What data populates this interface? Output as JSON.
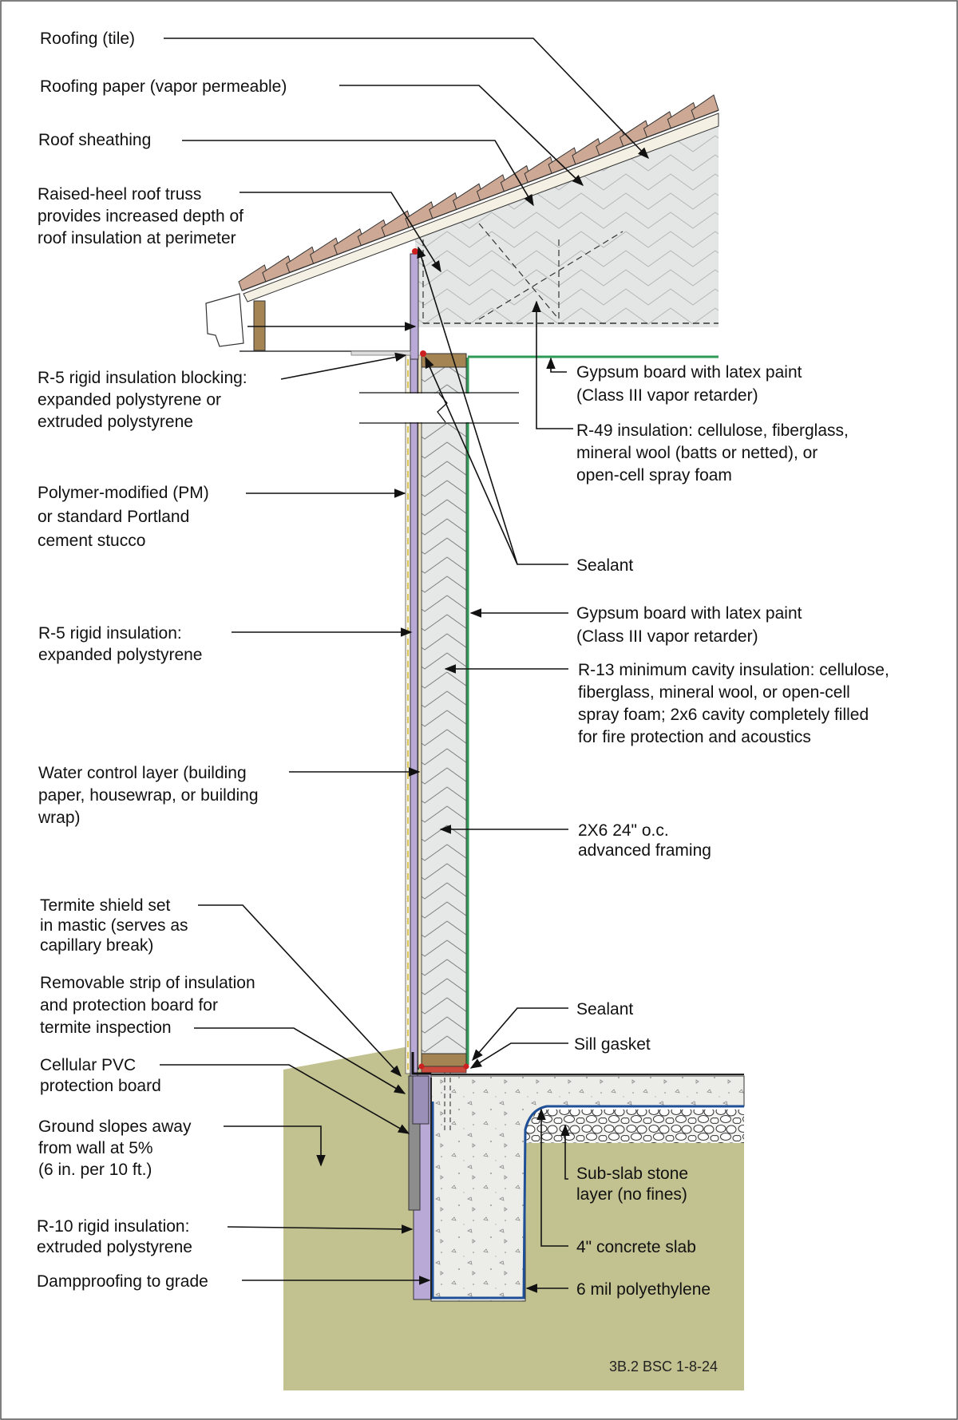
{
  "drawing_id": "3B.2 BSC 1-8-24",
  "colors": {
    "ground": "#c2c190",
    "concrete": "#ececea",
    "insulation_rigid": "#b9a9d6",
    "framing_wood": "#a58453",
    "gypsum_line": "#2e9a55",
    "polyethylene": "#1f4f96",
    "roof_tile": "#cda894",
    "sealant": "#cc1f1f"
  },
  "labels_left": [
    {
      "id": "roofing-tile",
      "lines": [
        "Roofing (tile)"
      ]
    },
    {
      "id": "roofing-paper",
      "lines": [
        "Roofing paper (vapor permeable)"
      ]
    },
    {
      "id": "roof-sheathing",
      "lines": [
        "Roof sheathing"
      ]
    },
    {
      "id": "raised-heel-truss",
      "lines": [
        "Raised-heel roof truss",
        "provides increased depth of",
        "roof insulation at perimeter"
      ]
    },
    {
      "id": "r5-blocking",
      "lines": [
        "R-5 rigid insulation blocking:",
        "expanded polystyrene or",
        "extruded polystyrene"
      ]
    },
    {
      "id": "stucco",
      "lines": [
        "Polymer-modified (PM)",
        "or standard Portland",
        "cement stucco"
      ]
    },
    {
      "id": "r5-rigid",
      "lines": [
        "R-5 rigid insulation:",
        "expanded polystyrene"
      ]
    },
    {
      "id": "water-control",
      "lines": [
        "Water control layer (building",
        "paper, housewrap, or building",
        "wrap)"
      ]
    },
    {
      "id": "termite-shield",
      "lines": [
        "Termite shield set",
        "in mastic (serves as",
        "capillary break)"
      ]
    },
    {
      "id": "removable-strip",
      "lines": [
        "Removable strip of insulation",
        "and protection board for",
        "termite inspection"
      ]
    },
    {
      "id": "pvc-board",
      "lines": [
        "Cellular PVC",
        "protection board"
      ]
    },
    {
      "id": "ground-slope",
      "lines": [
        "Ground slopes away",
        "from wall at 5%",
        "(6 in. per 10 ft.)"
      ]
    },
    {
      "id": "r10-rigid",
      "lines": [
        "R-10 rigid insulation:",
        "extruded polystyrene"
      ]
    },
    {
      "id": "dampproofing",
      "lines": [
        "Dampproofing to grade"
      ]
    }
  ],
  "labels_right": [
    {
      "id": "gypsum-ceiling",
      "lines": [
        "Gypsum board with latex paint",
        "(Class III vapor retarder)"
      ]
    },
    {
      "id": "r49-insulation",
      "lines": [
        "R-49 insulation: cellulose, fiberglass,",
        "mineral wool (batts or netted), or",
        "open-cell spray foam"
      ]
    },
    {
      "id": "sealant-top",
      "lines": [
        "Sealant"
      ]
    },
    {
      "id": "gypsum-wall",
      "lines": [
        "Gypsum board with latex paint",
        "(Class III vapor retarder)"
      ]
    },
    {
      "id": "r13-cavity",
      "lines": [
        "R-13 minimum cavity insulation: cellulose,",
        "fiberglass, mineral wool, or open-cell",
        "spray foam; 2x6 cavity completely filled",
        "for fire protection and acoustics"
      ]
    },
    {
      "id": "framing",
      "lines": [
        "2X6 24\" o.c.",
        "advanced framing"
      ]
    },
    {
      "id": "sealant-bottom",
      "lines": [
        "Sealant"
      ]
    },
    {
      "id": "sill-gasket",
      "lines": [
        "Sill gasket"
      ]
    },
    {
      "id": "stone-layer",
      "lines": [
        "Sub-slab stone",
        "layer (no fines)"
      ]
    },
    {
      "id": "concrete-slab",
      "lines": [
        "4\" concrete slab"
      ]
    },
    {
      "id": "polyethylene",
      "lines": [
        "6 mil polyethylene"
      ]
    }
  ]
}
